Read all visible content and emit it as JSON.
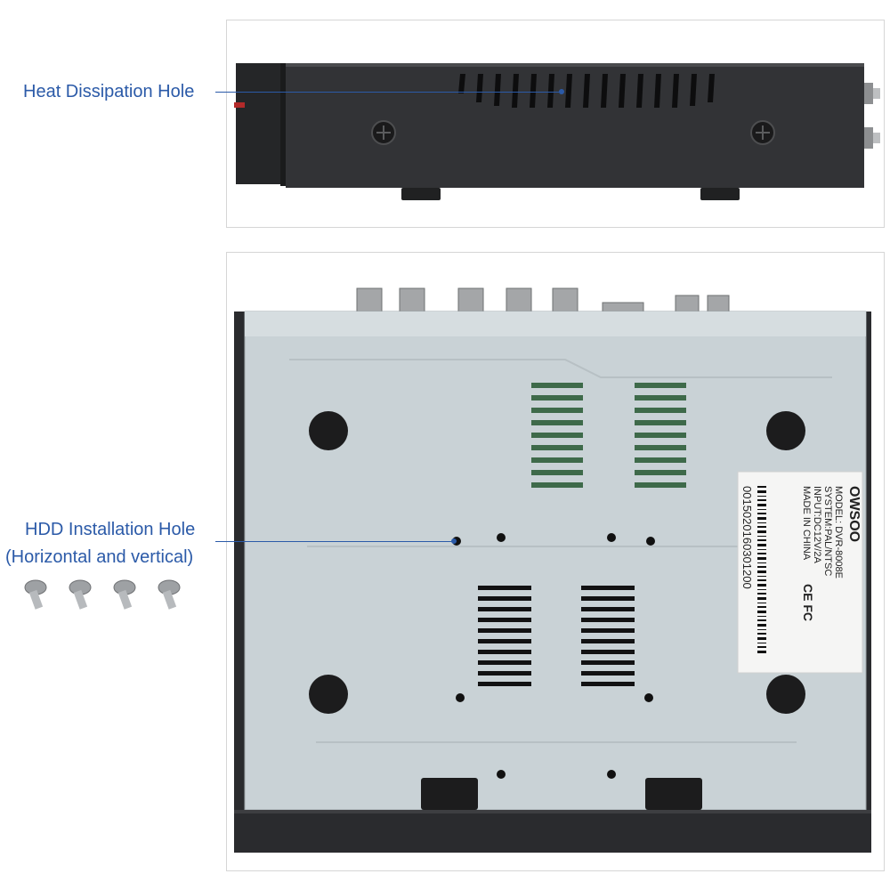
{
  "annotations": {
    "heat_dissipation": "Heat Dissipation Hole",
    "hdd_installation_line1": "HDD Installation Hole",
    "hdd_installation_line2": "(Horizontal and vertical)"
  },
  "label_sticker": {
    "brand": "OWSOO",
    "model": "MODEL: DVR-8008E",
    "system": "SYSTEM:PAL/NTSC",
    "input": "INPUT:DC12V/2A",
    "origin": "MADE IN CHINA",
    "cert": "CE FC",
    "serial": "0015020160301200"
  },
  "colors": {
    "accent": "#2b5aa8",
    "chassis_dark": "#2a2b2e",
    "plate": "#c9d2d6"
  }
}
